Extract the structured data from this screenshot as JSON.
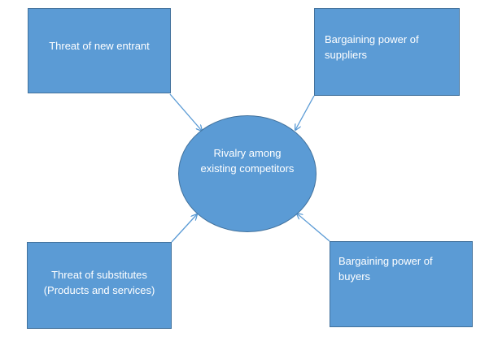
{
  "diagram": {
    "center": {
      "label": "Rivalry among existing competitors"
    },
    "forces": {
      "top_left": "Threat of new entrant",
      "top_right": "Bargaining power of suppliers",
      "bottom_left": "Threat of substitutes (Products and services)",
      "bottom_right": "Bargaining power of buyers"
    },
    "colors": {
      "fill": "#5b9bd5",
      "border": "#41719c",
      "text": "#ffffff",
      "arrow": "#5b9bd5"
    }
  }
}
